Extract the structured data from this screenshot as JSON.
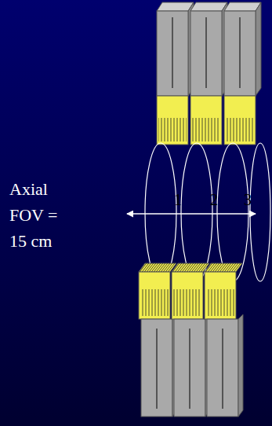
{
  "diagram": {
    "labels": [
      "Axial FOV = 15 cm",
      "1",
      "2",
      "3"
    ]
  }
}
